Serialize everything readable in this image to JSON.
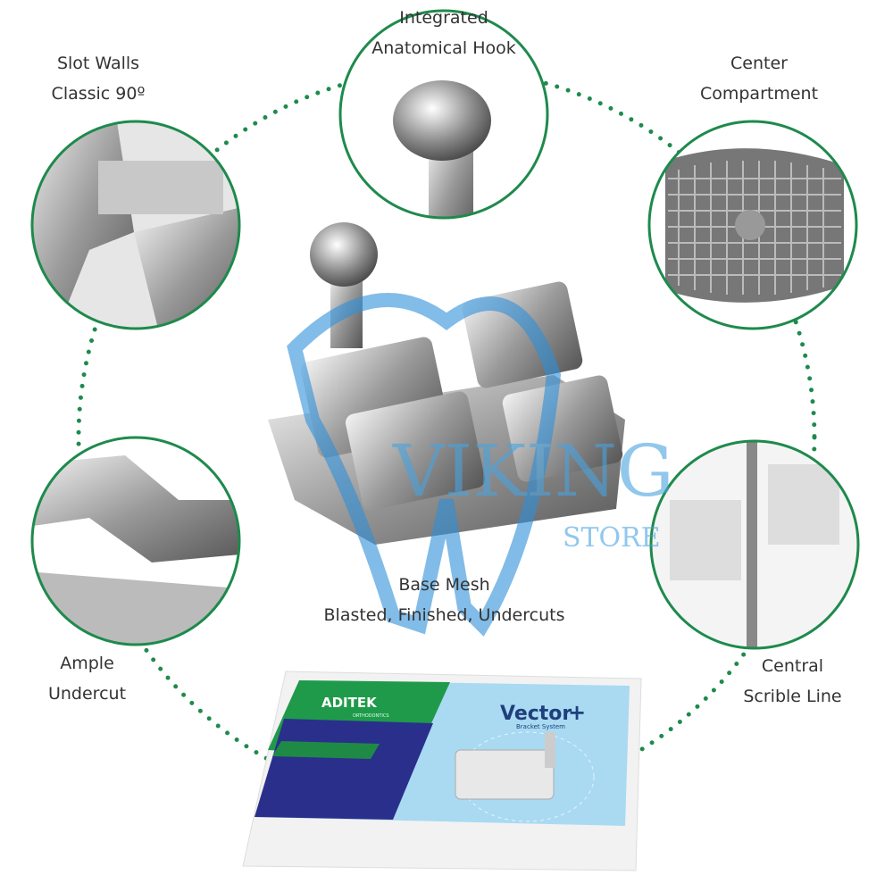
{
  "callouts": {
    "hook": {
      "line1": "Integrated",
      "line2": "Anatomical Hook"
    },
    "slot": {
      "line1": "Slot Walls",
      "line2": "Classic 90º"
    },
    "center": {
      "line1": "Center",
      "line2": "Compartment"
    },
    "undercut": {
      "line1": "Ample",
      "line2": "Undercut"
    },
    "scribe": {
      "line1": "Central",
      "line2": "Scrible Line"
    },
    "base": {
      "line1": "Base Mesh",
      "line2": "Blasted, Finished, Undercuts"
    }
  },
  "watermark": {
    "brand": "VIKING",
    "sub": "STORE"
  },
  "package": {
    "brand": "ADITEK",
    "brand_sub": "ORTHODONTICS",
    "product": "Vector",
    "product_sub": "Bracket System"
  },
  "colors": {
    "ring": "#1e8a4c",
    "watermark": "#4aa3e0",
    "box_green": "#1f9a4a",
    "box_blue": "#2a2f8c",
    "box_light": "#a9daf2"
  }
}
